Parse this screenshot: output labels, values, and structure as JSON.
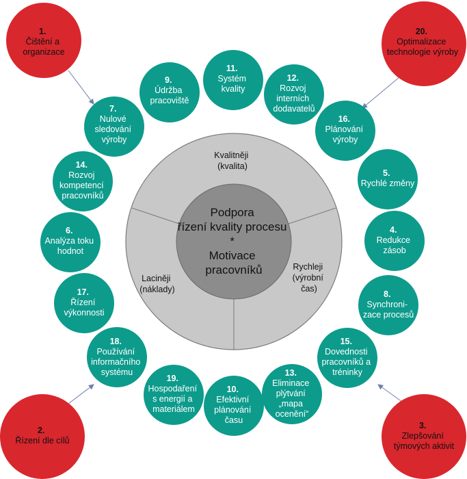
{
  "colors": {
    "teal": "#0d9b8c",
    "red": "#d9272e",
    "outer_ring": "#c8c8c8",
    "inner_circle": "#8c8c8c",
    "ring_stroke": "#7a7a7a",
    "arrow": "#6e7fa8"
  },
  "center": {
    "lines": [
      "Podpora",
      "řízení kvality procesu",
      "*",
      "Motivace",
      "pracovníků"
    ]
  },
  "sectors": [
    {
      "id": "kvalita",
      "lines": [
        "Kvalitněji",
        "(kvalita)"
      ]
    },
    {
      "id": "cas",
      "lines": [
        "Rychleji",
        "(výrobní",
        "čas)"
      ]
    },
    {
      "id": "naklady",
      "lines": [
        "Laciněji",
        "(náklady)"
      ]
    }
  ],
  "corners": [
    {
      "id": "c1",
      "number": "1.",
      "lines": [
        "Čištění a",
        "organizace"
      ]
    },
    {
      "id": "c20",
      "number": "20.",
      "lines": [
        "Optimalizace",
        "technologie výroby"
      ]
    },
    {
      "id": "c2",
      "number": "2.",
      "lines": [
        "Řízení dle cílů"
      ]
    },
    {
      "id": "c3",
      "number": "3.",
      "lines": [
        "Zlepšování",
        "týmových aktivit"
      ]
    }
  ],
  "ring_nodes": [
    {
      "id": "n11",
      "number": "11.",
      "lines": [
        "Systém",
        "kvality"
      ]
    },
    {
      "id": "n12",
      "number": "12.",
      "lines": [
        "Rozvoj",
        "interních",
        "dodavatelů"
      ]
    },
    {
      "id": "n16",
      "number": "16.",
      "lines": [
        "Plánování",
        "výroby"
      ]
    },
    {
      "id": "n5",
      "number": "5.",
      "lines": [
        "Rychlé změny"
      ]
    },
    {
      "id": "n4",
      "number": "4.",
      "lines": [
        "Redukce",
        "zásob"
      ]
    },
    {
      "id": "n8",
      "number": "8.",
      "lines": [
        "Synchroni-",
        "zace procesů"
      ]
    },
    {
      "id": "n15",
      "number": "15.",
      "lines": [
        "Dovednosti",
        "pracovníků a",
        "tréninky"
      ]
    },
    {
      "id": "n13",
      "number": "13.",
      "lines": [
        "Eliminace",
        "plýtvání",
        "„mapa",
        "ocenění“"
      ]
    },
    {
      "id": "n10",
      "number": "10.",
      "lines": [
        "Efektivní",
        "plánování",
        "času"
      ]
    },
    {
      "id": "n19",
      "number": "19.",
      "lines": [
        "Hospodaření",
        "s energií a",
        "materiálem"
      ]
    },
    {
      "id": "n18",
      "number": "18.",
      "lines": [
        "Používání",
        "informačního",
        "systému"
      ]
    },
    {
      "id": "n17",
      "number": "17.",
      "lines": [
        "Řízení",
        "výkonnosti"
      ]
    },
    {
      "id": "n6",
      "number": "6.",
      "lines": [
        "Analýza toku",
        "hodnot"
      ]
    },
    {
      "id": "n14",
      "number": "14.",
      "lines": [
        "Rozvoj",
        "kompetencí",
        "pracovníků"
      ]
    },
    {
      "id": "n7",
      "number": "7.",
      "lines": [
        "Nulové",
        "sledování",
        "výroby"
      ]
    },
    {
      "id": "n9",
      "number": "9.",
      "lines": [
        "Údržba",
        "pracoviště"
      ]
    }
  ]
}
